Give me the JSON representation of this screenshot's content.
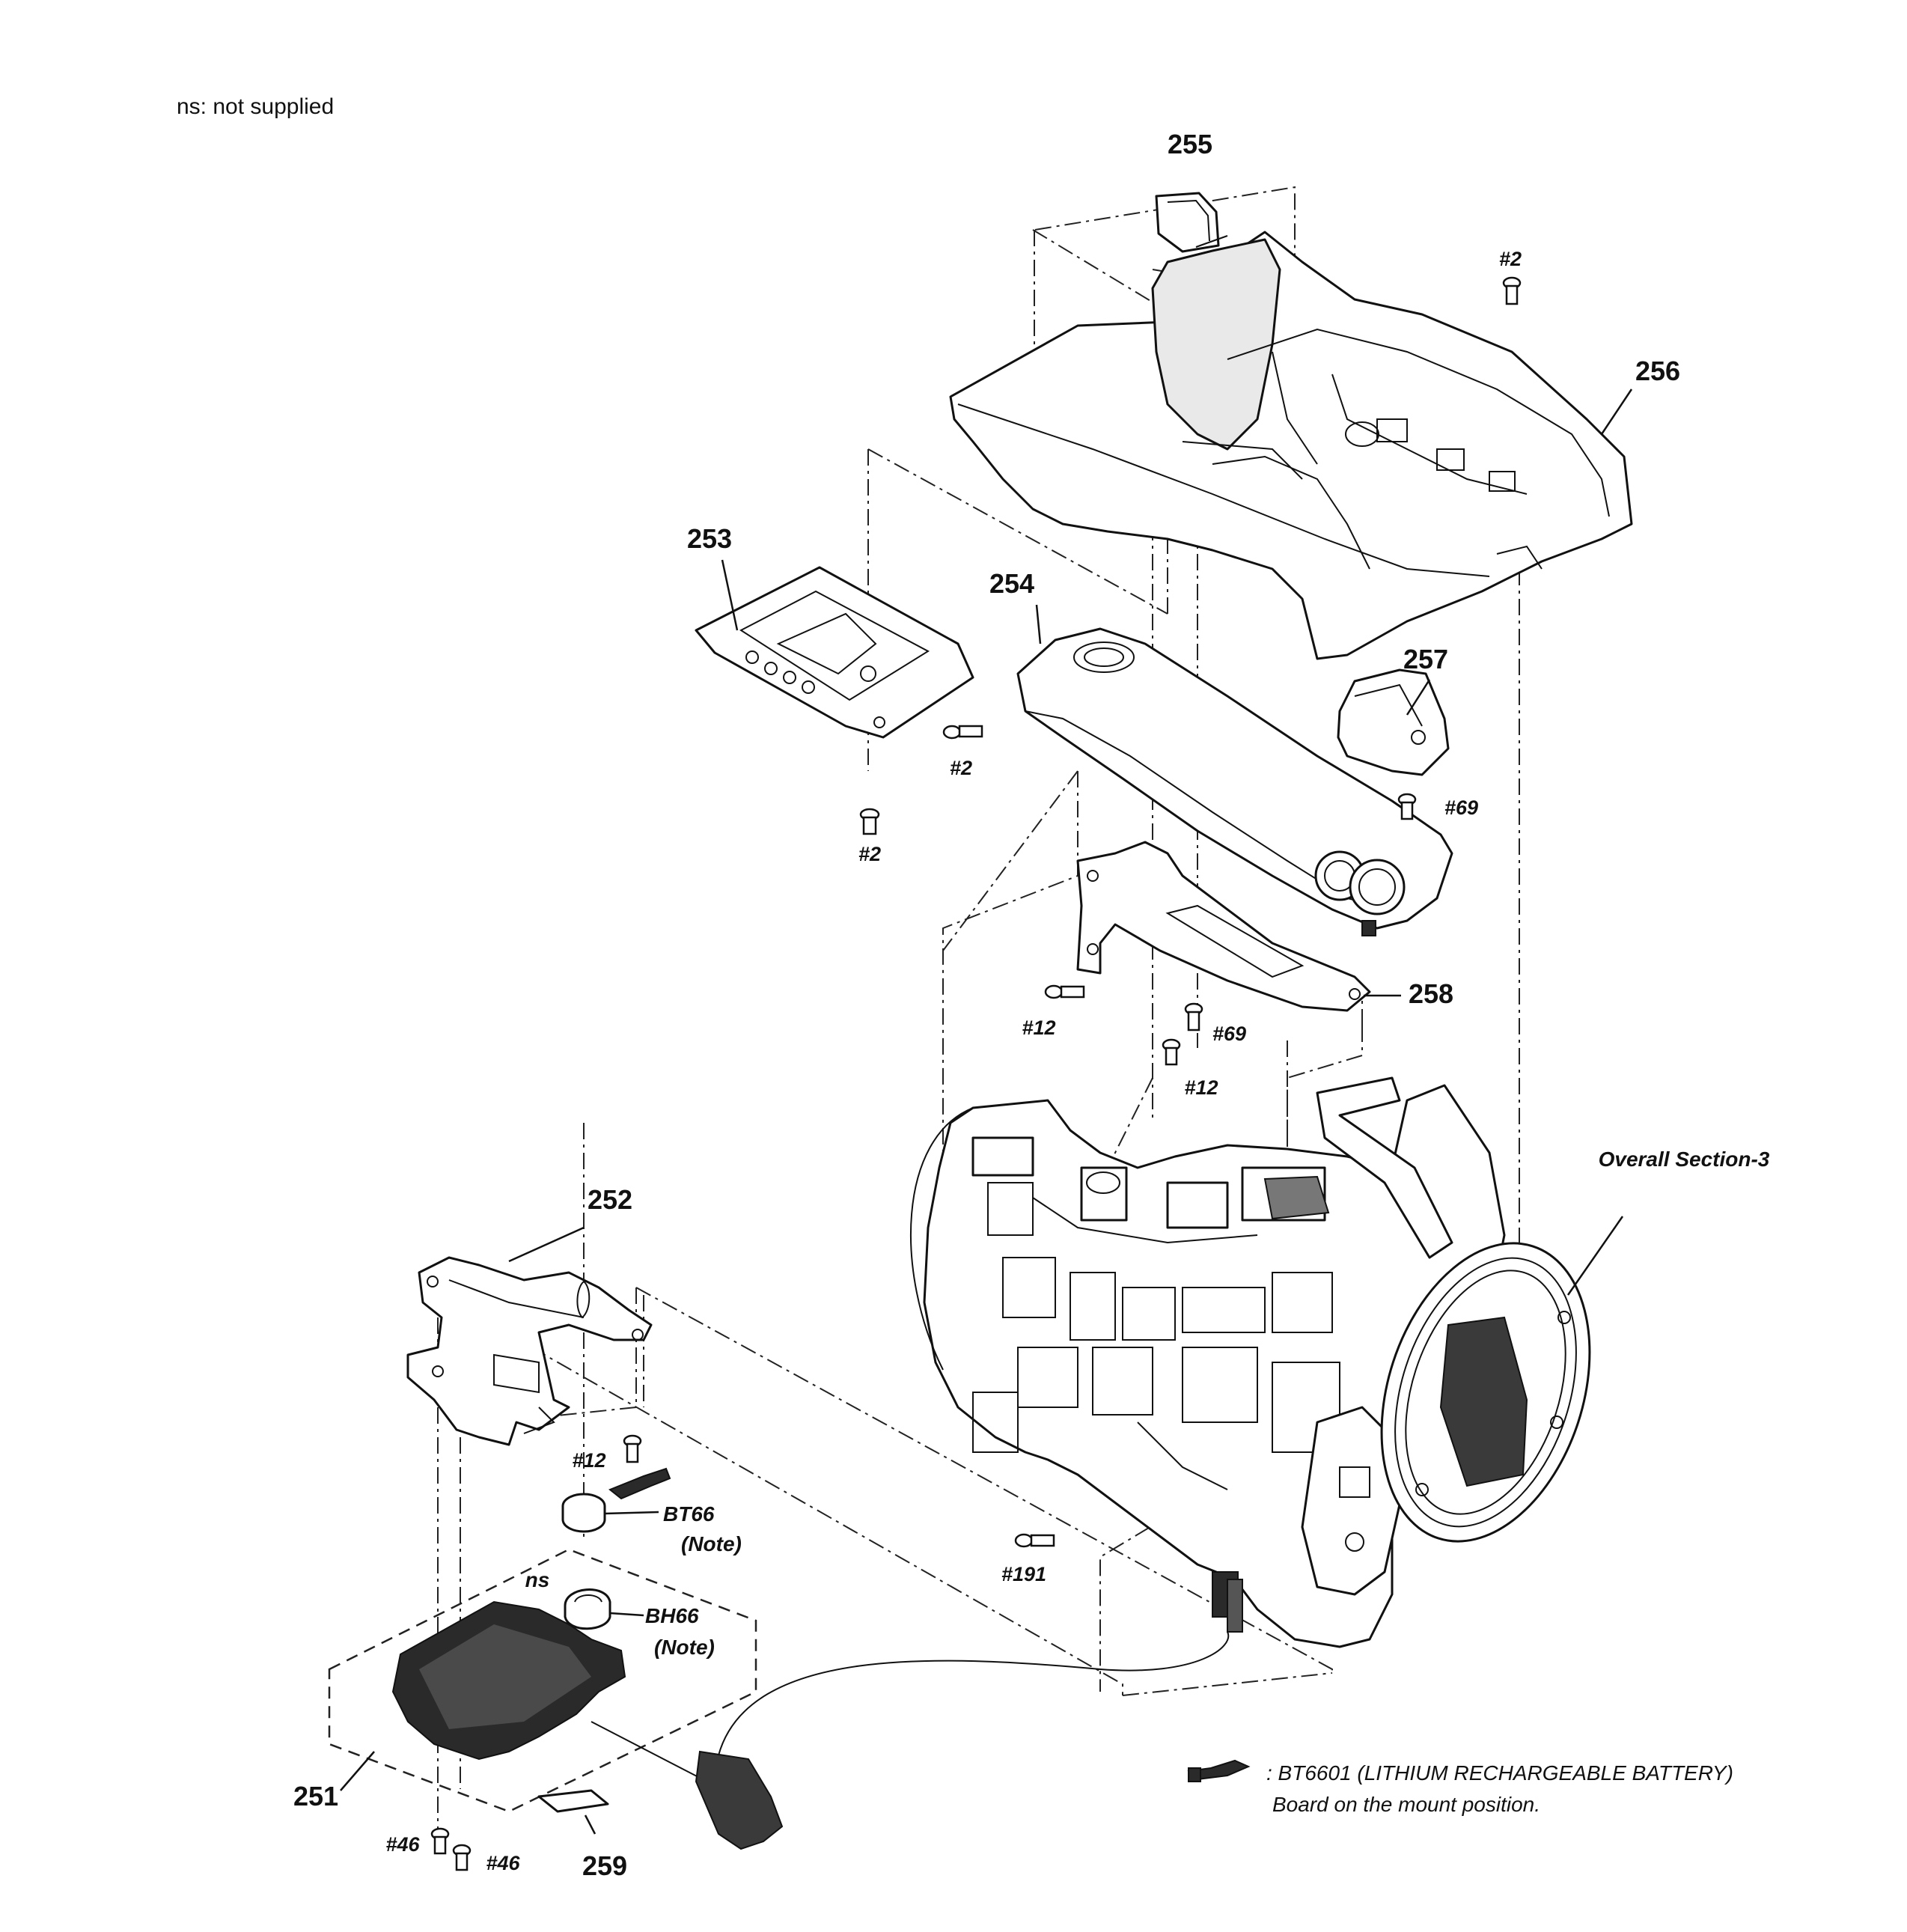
{
  "legend_top": "ns: not supplied",
  "parts": {
    "p251": "251",
    "p252": "252",
    "p253": "253",
    "p254": "254",
    "p255": "255",
    "p256": "256",
    "p257": "257",
    "p258": "258",
    "p259": "259"
  },
  "screws": {
    "s2_top": "#2",
    "s2_254": "#2",
    "s2_253": "#2",
    "s69_257": "#69",
    "s12_258": "#12",
    "s69_258": "#69",
    "s12_258b": "#12",
    "s12_252": "#12",
    "s191": "#191",
    "s46_a": "#46",
    "s46_b": "#46"
  },
  "callouts": {
    "bt66": "BT66",
    "bt66_note": "(Note)",
    "bh66": "BH66",
    "bh66_note": "(Note)",
    "ns": "ns",
    "overall": "Overall Section-3"
  },
  "footnote": {
    "line1": ": BT6601 (LITHIUM RECHARGEABLE BATTERY)",
    "line2": "Board on the mount position."
  },
  "colors": {
    "ink": "#111111",
    "board": "#2a2a2a",
    "paper": "#ffffff"
  }
}
